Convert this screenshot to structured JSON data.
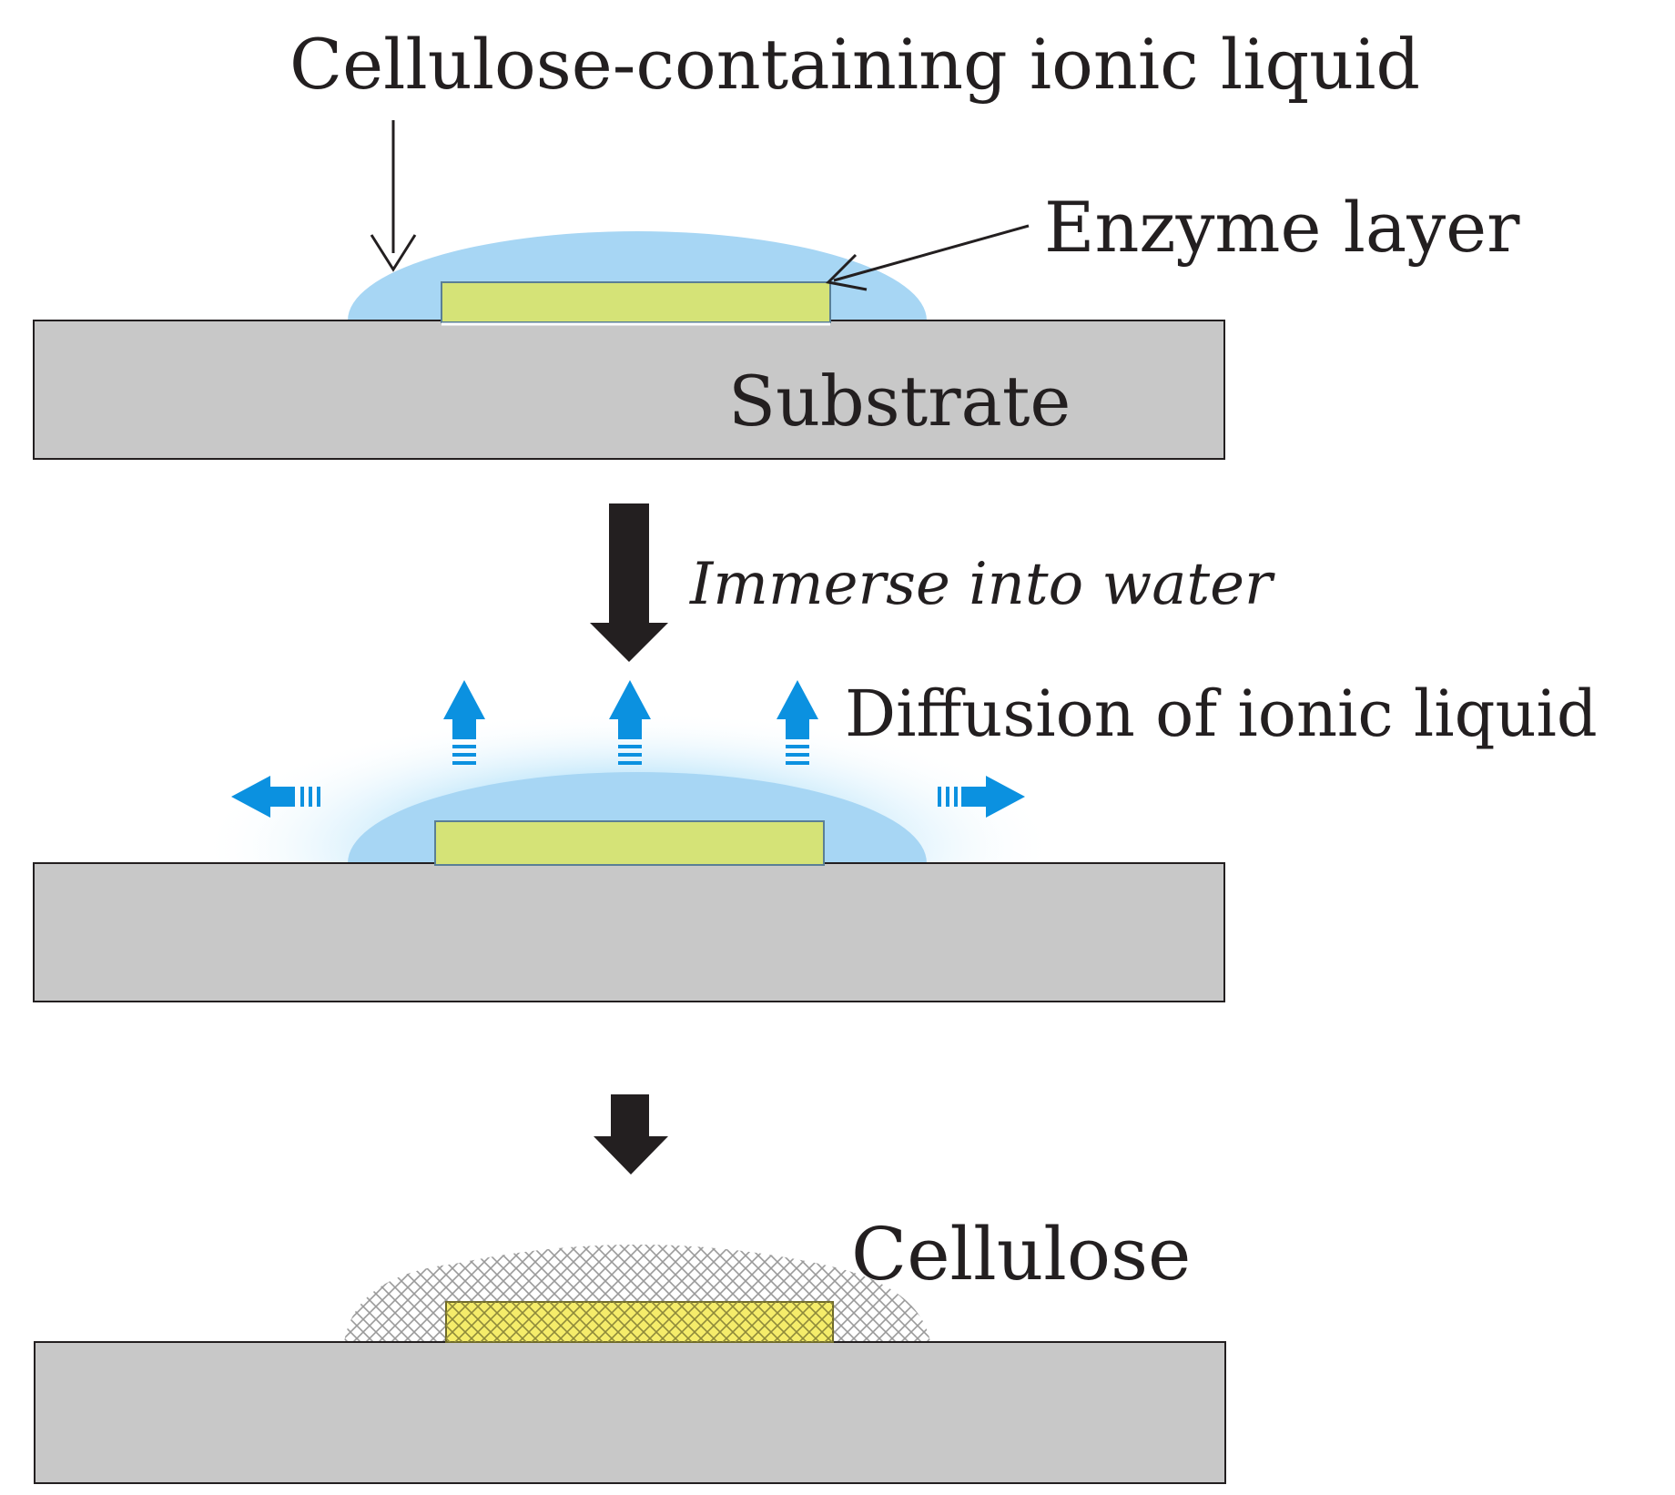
{
  "labels": {
    "ionic_liquid": "Cellulose-containing ionic liquid",
    "enzyme_layer": "Enzyme layer",
    "substrate": "Substrate",
    "immerse": "Immerse into water",
    "diffusion": "Diffusion of ionic liquid",
    "cellulose": "Cellulose"
  },
  "colors": {
    "substrate": "#c8c8c8",
    "ionic_liquid": "#a7d6f4",
    "enzyme": "#d5e377",
    "enzyme_final": "#f5ec6a",
    "diffusion_arrow": "#0b91e0",
    "text": "#231f20",
    "mesh": "#9a9a9a"
  }
}
